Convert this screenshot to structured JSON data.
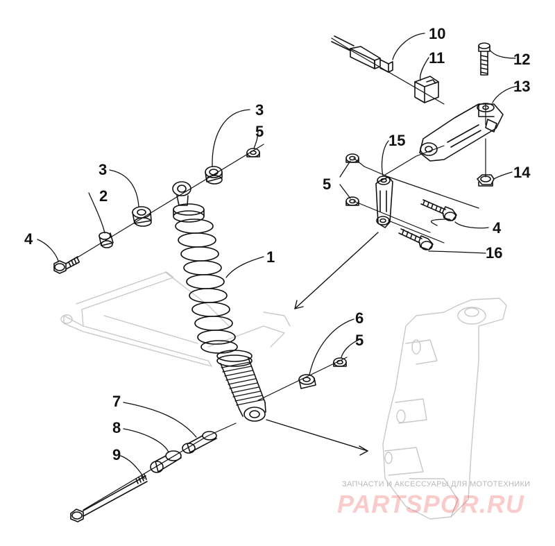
{
  "callouts": {
    "c1": "1",
    "c2": "2",
    "c3a": "3",
    "c3b": "3",
    "c4a": "4",
    "c4b": "4",
    "c5a": "5",
    "c5b": "5",
    "c5c": "5",
    "c6": "6",
    "c7": "7",
    "c8": "8",
    "c9": "9",
    "c10": "10",
    "c11": "11",
    "c12": "12",
    "c13": "13",
    "c14": "14",
    "c15": "15",
    "c16": "16"
  },
  "watermark": {
    "line1": "ЗАПЧАСТИ И АКСЕССУАРЫ ДЛЯ МОТОТЕХНИКИ",
    "line2": "PARTSPOR.RU"
  }
}
